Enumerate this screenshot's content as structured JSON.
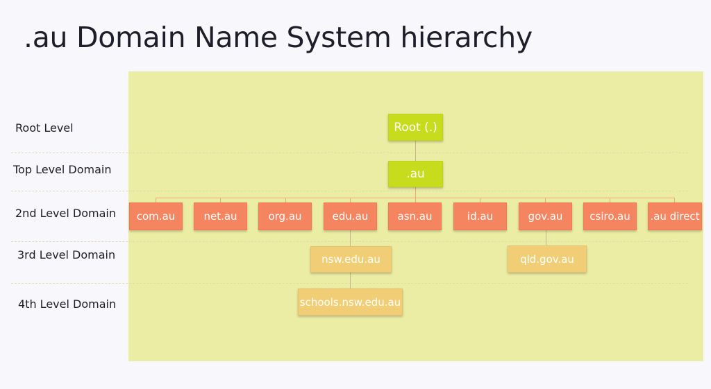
{
  "title": ".au Domain Name System hierarchy",
  "levels": {
    "root": "Root Level",
    "tld": "Top Level Domain",
    "second": "2nd Level Domain",
    "third": "3rd Level Domain",
    "fourth": "4th Level Domain"
  },
  "nodes": {
    "root": "Root (.)",
    "au": ".au",
    "second_level": [
      "com.au",
      "net.au",
      "org.au",
      "edu.au",
      "asn.au",
      "id.au",
      "gov.au",
      "csiro.au",
      ".au direct"
    ],
    "nsw_edu": "nsw.edu.au",
    "qld_gov": "qld.gov.au",
    "schools": "schools.nsw.edu.au"
  },
  "colors": {
    "panel": "#ebeda4",
    "top_nodes": "#c6dc1c",
    "second_level_nodes": "#f48560",
    "lower_nodes": "#f1ce76"
  }
}
